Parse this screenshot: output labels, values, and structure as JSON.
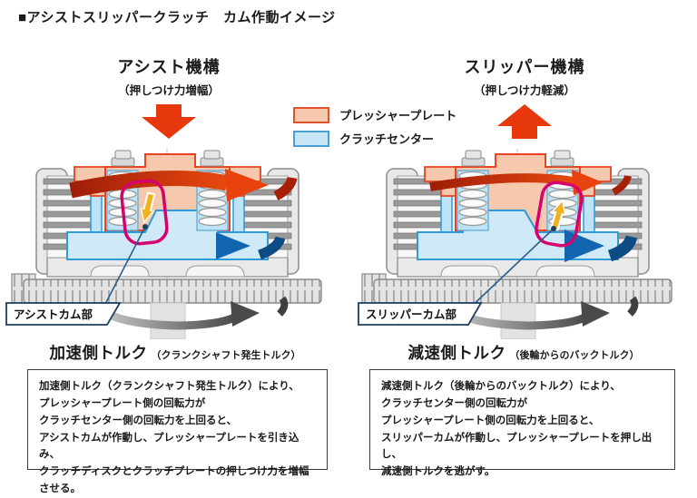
{
  "title": "■アシストスリッパークラッチ　カム作動イメージ",
  "legend": {
    "items": [
      {
        "label": "プレッシャープレート",
        "fill": "#f6c9ae",
        "border": "#e0512e"
      },
      {
        "label": "クラッチセンター",
        "fill": "#c9e6f8",
        "border": "#4aa0d0"
      }
    ]
  },
  "assist": {
    "mechanism_title": "アシスト機構",
    "mechanism_subtitle": "（押しつけ力増幅）",
    "force_arrow_direction": "down",
    "cam_label": "アシストカム部",
    "torque_title": "加速側トルク",
    "torque_subtitle": "（クランクシャフト発生トルク）",
    "description": "加速側トルク（クランクシャフト発生トルク）により、\nプレッシャープレート側の回転力が\nクラッチセンター側の回転力を上回ると、\nアシストカムが作動し、プレッシャープレートを引き込み、\nクラッチディスクとクラッチプレートの押しつけ力を増幅させる。"
  },
  "slipper": {
    "mechanism_title": "スリッパー機構",
    "mechanism_subtitle": "（押しつけ力軽減）",
    "force_arrow_direction": "up",
    "cam_label": "スリッパーカム部",
    "torque_title": "減速側トルク",
    "torque_subtitle": "（後輪からのバックトルク）",
    "description": "減速側トルク（後輪からのバックトルク）により、\nクラッチセンター側の回転力が\nプレッシャープレート側の回転力を上回ると、\nスリッパーカムが作動し、プレッシャープレートを押し出し、\n減速側トルクを逃がす。"
  },
  "colors": {
    "accent_red": "#e8380d",
    "pressure_plate_fill": "#f6c9ae",
    "pressure_plate_border": "#e8421e",
    "clutch_center_fill": "#cfe9f7",
    "clutch_center_border": "#2e9bd6",
    "rotation_blue": "#1266b0",
    "cam_outline_magenta": "#d6006e",
    "cam_arrow_yellow": "#efb320",
    "housing_gray": "#e9e9e9"
  }
}
